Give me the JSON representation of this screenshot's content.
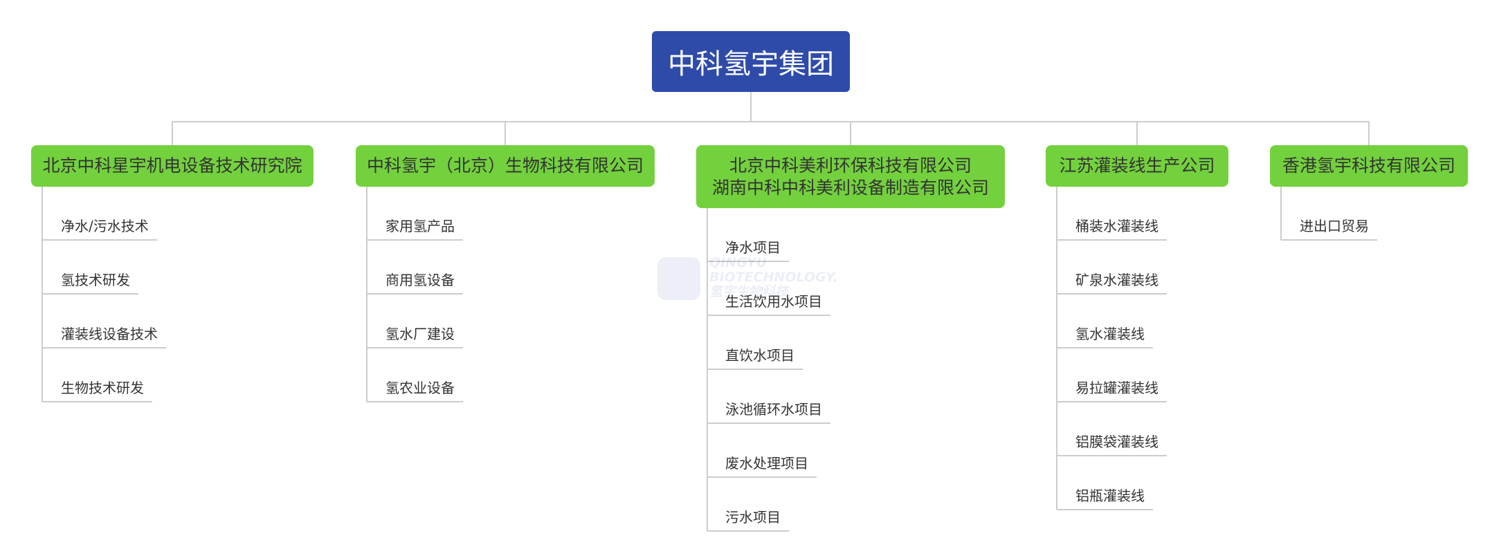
{
  "root": {
    "label": "中科氢宇集团",
    "color": "#2f4ba9"
  },
  "companies": [
    {
      "lines": [
        "北京中科星宇机电设备技术研究院"
      ],
      "items": [
        "净水/污水技术",
        "氢技术研发",
        "灌装线设备技术",
        "生物技术研发"
      ]
    },
    {
      "lines": [
        "中科氢宇（北京）生物科技有限公司"
      ],
      "items": [
        "家用氢产品",
        "商用氢设备",
        "氢水厂建设",
        "氢农业设备"
      ]
    },
    {
      "lines": [
        "北京中科美利环保科技有限公司",
        "湖南中科中科美利设备制造有限公司"
      ],
      "items": [
        "净水项目",
        "生活饮用水项目",
        "直饮水项目",
        "泳池循环水项目",
        "废水处理项目",
        "污水项目"
      ]
    },
    {
      "lines": [
        "江苏灌装线生产公司"
      ],
      "items": [
        "桶装水灌装线",
        "矿泉水灌装线",
        "氢水灌装线",
        "易拉罐灌装线",
        "铝膜袋灌装线",
        "铝瓶灌装线"
      ]
    },
    {
      "lines": [
        "香港氢宇科技有限公司"
      ],
      "items": [
        "进出口贸易"
      ]
    }
  ],
  "watermark": {
    "lines": [
      "QINGYU",
      "BIOTECHNOLOGY.",
      "氢宇生物科技"
    ]
  },
  "colors": {
    "node": "#73d13d",
    "connector": "#cccccc",
    "text": "#333333"
  }
}
